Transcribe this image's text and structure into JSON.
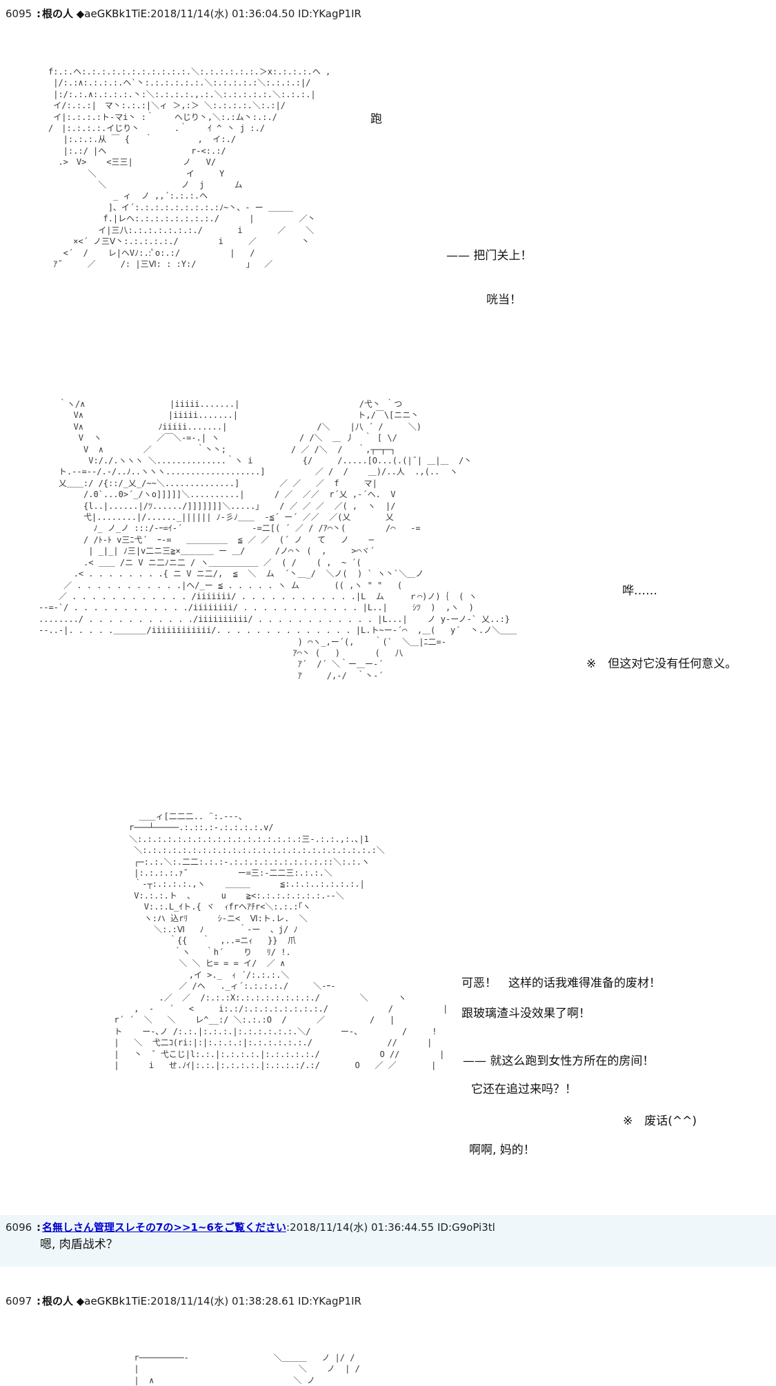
{
  "posts": [
    {
      "num": "6095",
      "name": "根の人",
      "trip": "◆aeGKBk1TiE",
      "meta": ":2018/11/14(水) 01:36:04.50 ID:YKagP1IR",
      "captions": {
        "c1": "跑",
        "c2": "—— 把门关上！",
        "c3": "咣当！",
        "c4": "哗……",
        "c5": "※　但这对它没有任何意义。",
        "c6": "可恶！　这样的话我难得准备的废材！",
        "c7": "跟玻璃渣斗没效果了啊！",
        "c8": "—— 就这么跑到女性方所在的房间！",
        "c9": "它还在追过来吗？！",
        "c10": "※　废话(^^)",
        "c11": "啊啊, 妈的！"
      }
    },
    {
      "num": "6096",
      "name": "名無しさん管理スレその7の>>1~6をご覧ください",
      "meta": ":2018/11/14(水) 01:36:44.55 ID:G9oPi3tl",
      "reply": "嗯, 肉盾战术？"
    },
    {
      "num": "6097",
      "name": "根の人",
      "trip": "◆aeGKBk1TiE",
      "meta": ":2018/11/14(水) 01:38:28.61 ID:YKagP1IR"
    }
  ],
  "aa": {
    "a1": "f:.:.ヘ:.:.:.:.:.:.:.:.:.:.:.＼:.:.:.:.:.:.＞x:.:.:.:.ヘ ,\n |/:.:∧:.:.:.:.ヘ`丶:.:.:.:.:.:.＼:.:.:.:.:＼:.:.:.:|/\n |:/:.:.∧:.:.:.:.丶:＼:.:.:.:.,.:.＼:.:.:.:.:.＼:.:.:.|\n イ/:.:.:|　マ丶:.:.:|＼ィ ＞,:＞ ＼:.:.:.:.＼:.:|/\n イ|:.:.:.:ト-マi丶 :｀    へじり丶,＼:.:ム丶:.:./\n/　|:.:.:.:.イじり丶       .｀    ｲ ^ 丶 j :./\n   |:.:.:.从 ￣ {   ｀         ,  イ:./\n   |:.:/ |ヘ                 r-<:.:/\n  .>　V>    <三三|          ノ   V/\n        ＼                  イ     Y\n          ＼               ノ  j      ム\n             _ ィ  ノ ,,´:.:.:.ヘ\n            ]、イ´:.:.:.:.:.:.:.:.:ﾉ~丶、- ー ＿＿＿\n           f.|レヘ:.:.:.:.:.:.:.:./      |         ／丶\n          イ|三八:.:.:.:.:.:.:./       i       ／    ＼\n     ×<´ ノ三Ⅴ丶:.:.:.:.:./        i     ／         丶\n   <´  /    レ|ヘVﾉ:.:ﾟo:.:/          |   /\n ｱ˝     ／     /: |三Ⅵ: : :Y:/          」  ／",
    "a2": "    ｀ヽ/∧                 |iiiii.......|                        /弋丶 ｀つ\n       V∧                 |iiiii.......|                        ト,/￣\\[ニニ丶\n       V∧               ﾉiiiii.......|                  /＼    |八 ´ /     ＼)\n        V  ヽ           ／￣＼‐=‐.| ヽ                / /＼  ＿ 丿  ｀ [ \\/\n         V  ∧        ／         ｀丶丶;             / ／ /＼  /   ｀,┬─┬─┐\n          V:/./.ヽヽヽ ＼..............｀ヽ i          {/     /.....[O...(.(|¯| ＿|＿  /丶\n    ト.--=--/.-/..ﾉ..ヽヽヽ...................]          ／ /  /    ＿)/..人  .,(..  ヽ\n    乂＿＿:/ /{::/_乂_/~~＼..............]        ／ ／   ／  f     マ|\n         /.0`...0>´_/ヽo]]]]]＼..........|      / ／  ／／  r´乂 ,-´ヘ.  V\n         {l..|......|/ﾂ....../]]]]]]]＼.....｣    / ／ ／ ／  ／( ,  ヽ  |/\n         弋|........|/......_|||||| ﾉ-彡ﾉ＿＿  -≦´ ー´ ／／  ／(乂       乂\n           ﾉ_ ノ_ノ :::/-ｰ=ｲ-´              -=二[( ´ ／ / /ｱ⌒丶(        /⌒   -=\n         / /ﾄ-ﾄ v三ﾆ弋´  ｰ-=   ＿＿＿＿＿  ≦ ／ ／  (´ ノ   て   ノ    ─\n          | _|_| ﾉ三|v二ニ三≧×＿＿＿＿ ー ＿/      /ノ⌒丶 (  ,     >⌒ヾ´\n         .< ＿＿ /ニ V ニ二ﾉニ二 / ヽ＿＿＿＿＿＿ ／  ( /    ( ,  ~ ´(\n       .< . . . . . . . .{ ニ V ニ二/,  ≦  ＼  ム  ´丶＿_/  ＼ノ(  ) ` ヽ丶`＼＿ノ\n     ／ . . . . . . . . . . .|ヘ/_ー ≦ . . . . . ヽ ム       (( ,ヽ \" \"   (\n    ／ . . . . . . . . . . . . /iiiiiii/ . . . . . . . . . . . .|L  ム     ｒ⌒)ノ)｛  ( ヽ\n--=-`/ . . . . . . . . . . . ./iiiiiiii/ . . . . . . . . . . . . |L..|     ｼﾂ  )  ,ヽ  )\n......../ . . . . . . . . . . ./iiiiiiiiii/ . . . . . . . . . . . . |L...|    ノ y-ーノ-` 乂..:}\n--..-|. . . . .＿＿＿＿/iiiiiiiiiiii/. . . . . . . . . . . . . . |L.ト~ー-´⌒  ,＿(   y´  丶.ノ＼＿＿\n                                                    ) ⌒ヽ_,ー´(,    ｀(`  ＼＿|ﾆ二=-\n                                                   ｱ⌒丶 (   )       (   八\n                                                    ｱ´  /´ ＼｀ー＿ー-´\n                                                    ｱ     /,-/  ｀丶-´",
    "a3": "           ＿＿ィ[二二二.. ¨:.---、\n         r───┴─────.:.::.:-.:.:.:.:.v/\n         ＼:.:.:.:.:.:.:.:.:.:.:.:.:.:.:.:.:三-.:.:.,:.､|1\n          ＼:.:.:.:.:.:.:.:.:.:.:.:.:.:.:.:.:.:.:.:.:.:.:.:＼\n          ┌─:.:.＼:.二二:.:.:-.:.:.:.:.:.:.:.:.:.::＼:.:.ヽ\n          |:.:.:.:.ｧ˝          ー=三:-二二三:.:.:.＼\n          ｀‐┬:.:.:.:.,ヽ    ＿＿＿      ≦:.:.:..:.:.:.:.|\n          V:.:.:.ト  ､      u    ≧<:.:.:.:.:.:.:.--＼\n            V:.:.L_ｲト.{ ヾ  ｨfrヘｱﾁr<＼:.:.:｢ヽ\n            ヽ:ハ 込rﾘ      ｼ-ニ<  Ⅵ:ト.レ.  ＼\n              ＼:.:Ⅵ   ﾉ       ｀-ー  、j/ ﾉ\n                 ｀{{   ｀  ,..=ニｨ   }}  爪\n                  ｀ヽ   ｀h´    り   ﾘ/ !.\n                   ＼ ＼ ヒ= = = イ/  ／ ∧\n                     ,イ >._  ｨ ´/:.:.:.＼\n                   ／ /ヘ   ._ィ´:.:.:.:./     ＼-ｰ-\n               .／  ／  /:.:.:X:.:.:.:.:.:.:.:./        ＼      ヽ\n          ,  ‐   ´   <     i:.:/:.:.:.:.:.:.:.:./            /          |\n      r´ ´  ＼   ＼    レ^__:/ ＼:.:.:O  /      ／         /   |\n      ト    ー-､ノ /:.:.|:.:.:.|:.:.:.:.:.:.＼/      ー-、        /     !\n      |   ＼  弋二ｺ(ri:|:|:.:.:.:|:.:.:.:.:.:./               //      |\n      |   丶  ゛弋こじ|l:.:.|:.:.:.:.|:.:.:.:.:./            O //        |\n      |      i   せ.ﾉｲ|:.:.|:.:.:.:.|:.:.:.:/.:/       O   ／ ／       |",
    "a4": "               r─────────-                 ＼＿＿＿   ノ |/ /\n               |                                ＼    ノ  | /\n               |  ∧                            ＼ ノ"
  }
}
